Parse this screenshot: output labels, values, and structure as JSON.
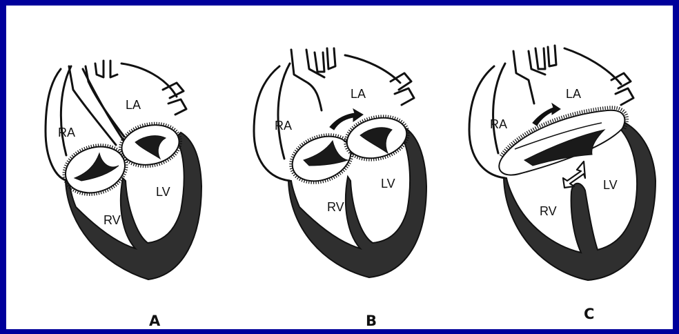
{
  "panels": [
    {
      "letter": "A",
      "chambers": {
        "ra": "RA",
        "la": "LA",
        "rv": "RV",
        "lv": "LV"
      }
    },
    {
      "letter": "B",
      "chambers": {
        "ra": "RA",
        "la": "LA",
        "rv": "RV",
        "lv": "LV"
      }
    },
    {
      "letter": "C",
      "chambers": {
        "ra": "RA",
        "la": "LA",
        "rv": "RV",
        "lv": "LV"
      }
    }
  ],
  "colors": {
    "border": "#00009b",
    "ink": "#111111",
    "muscle": "#2f2f2f"
  }
}
